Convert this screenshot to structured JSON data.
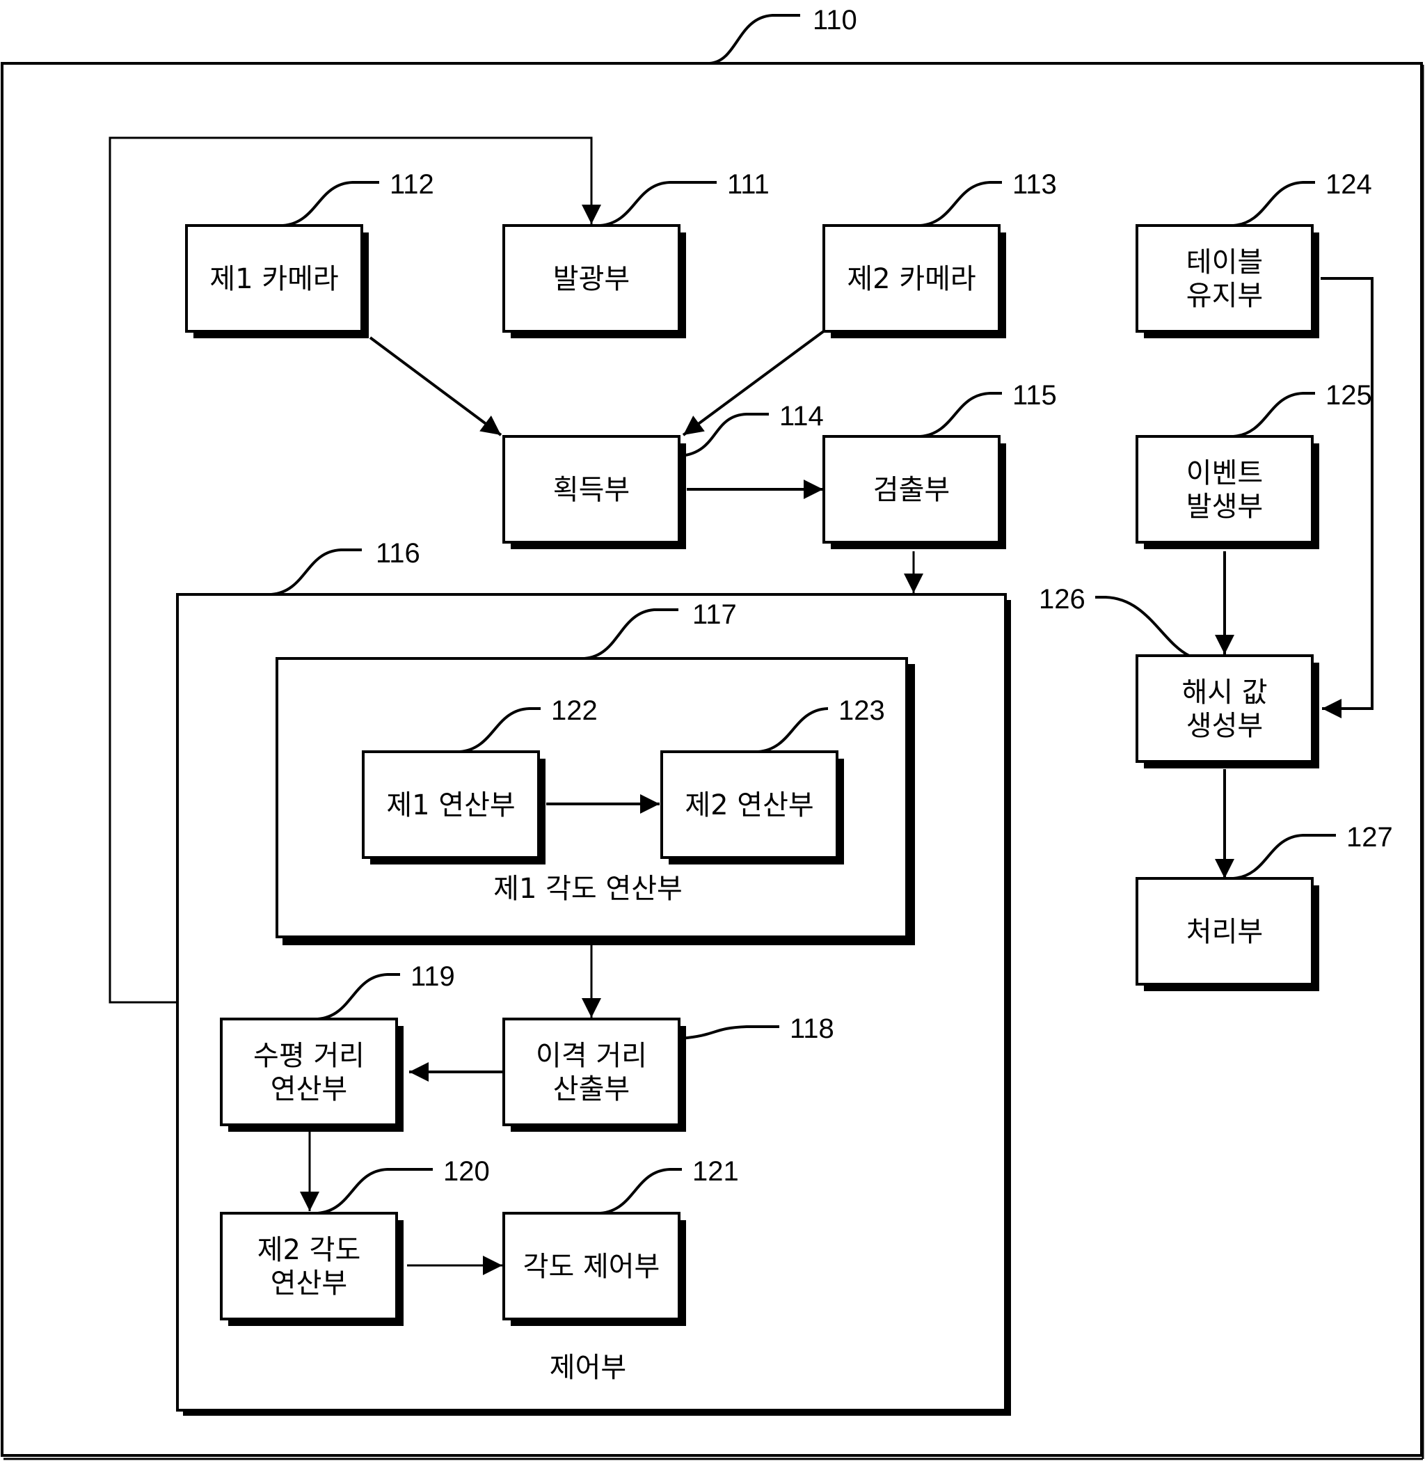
{
  "diagram": {
    "outer": {
      "ref": "110"
    },
    "boxes": [
      {
        "id": "first-camera",
        "ref": "112",
        "lines": [
          "제1 카메라"
        ]
      },
      {
        "id": "light-emitter",
        "ref": "111",
        "lines": [
          "발광부"
        ]
      },
      {
        "id": "second-camera",
        "ref": "113",
        "lines": [
          "제2 카메라"
        ]
      },
      {
        "id": "table-keeper",
        "ref": "124",
        "lines": [
          "테이블",
          "유지부"
        ]
      },
      {
        "id": "acquirer",
        "ref": "114",
        "lines": [
          "획득부"
        ]
      },
      {
        "id": "detector",
        "ref": "115",
        "lines": [
          "검출부"
        ]
      },
      {
        "id": "event-generator",
        "ref": "125",
        "lines": [
          "이벤트",
          "발생부"
        ]
      },
      {
        "id": "hash-generator",
        "ref": "126",
        "lines": [
          "해시 값",
          "생성부"
        ]
      },
      {
        "id": "processor",
        "ref": "127",
        "lines": [
          "처리부"
        ]
      },
      {
        "id": "first-operator",
        "ref": "122",
        "lines": [
          "제1 연산부"
        ]
      },
      {
        "id": "second-operator",
        "ref": "123",
        "lines": [
          "제2 연산부"
        ]
      },
      {
        "id": "horizontal-distance",
        "ref": "119",
        "lines": [
          "수평 거리",
          "연산부"
        ]
      },
      {
        "id": "separation-distance",
        "ref": "118",
        "lines": [
          "이격 거리",
          "산출부"
        ]
      },
      {
        "id": "second-angle",
        "ref": "120",
        "lines": [
          "제2 각도",
          "연산부"
        ]
      },
      {
        "id": "angle-controller",
        "ref": "121",
        "lines": [
          "각도 제어부"
        ]
      }
    ],
    "groups": [
      {
        "id": "controller",
        "ref": "116",
        "label": "제어부"
      },
      {
        "id": "first-angle",
        "ref": "117",
        "label": "제1 각도 연산부"
      }
    ],
    "connections": [
      {
        "from": "controller",
        "to": "light-emitter"
      },
      {
        "from": "first-camera",
        "to": "acquirer"
      },
      {
        "from": "second-camera",
        "to": "acquirer"
      },
      {
        "from": "acquirer",
        "to": "detector"
      },
      {
        "from": "detector",
        "to": "controller"
      },
      {
        "from": "first-operator",
        "to": "second-operator"
      },
      {
        "from": "first-angle",
        "to": "separation-distance"
      },
      {
        "from": "separation-distance",
        "to": "horizontal-distance"
      },
      {
        "from": "horizontal-distance",
        "to": "second-angle"
      },
      {
        "from": "second-angle",
        "to": "angle-controller"
      },
      {
        "from": "event-generator",
        "to": "hash-generator"
      },
      {
        "from": "table-keeper",
        "to": "hash-generator"
      },
      {
        "from": "hash-generator",
        "to": "processor"
      }
    ]
  }
}
